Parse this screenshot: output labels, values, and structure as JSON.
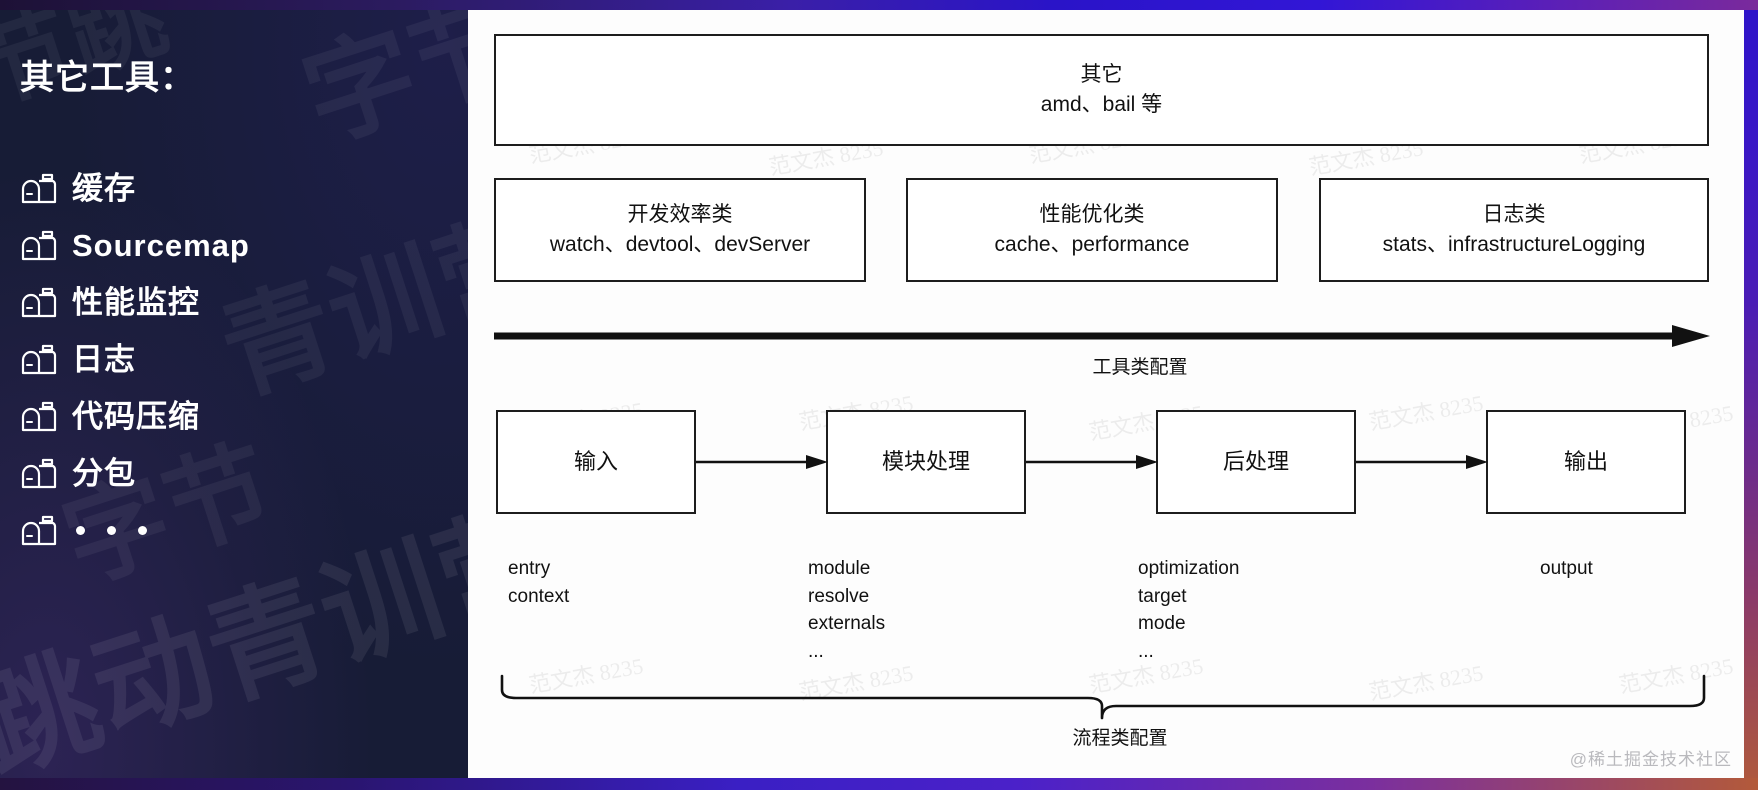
{
  "sidebar": {
    "title": "其它工具：",
    "items": [
      {
        "icon": "mailbox-icon",
        "label": "缓存"
      },
      {
        "icon": "mailbox-icon",
        "label": "Sourcemap"
      },
      {
        "icon": "mailbox-icon",
        "label": "性能监控"
      },
      {
        "icon": "mailbox-icon",
        "label": "日志"
      },
      {
        "icon": "mailbox-icon",
        "label": "代码压缩"
      },
      {
        "icon": "mailbox-icon",
        "label": "分包"
      },
      {
        "icon": "mailbox-icon",
        "label": "。。。"
      }
    ],
    "watermarks": [
      "节跳",
      "字节",
      "青训营",
      "跳动青训营",
      "字节"
    ],
    "background_color": "#171c36"
  },
  "slide": {
    "background_color": "#fdfdfd",
    "credit": "@稀土掘金技术社区",
    "watermark_text": "范文杰 8235",
    "other_box": {
      "title": "其它",
      "items": "amd、bail 等"
    },
    "category_boxes": [
      {
        "title": "开发效率类",
        "items": "watch、devtool、devServer"
      },
      {
        "title": "性能优化类",
        "items": "cache、performance"
      },
      {
        "title": "日志类",
        "items": "stats、infrastructureLogging"
      }
    ],
    "axis_label": "工具类配置",
    "flow_boxes": [
      {
        "label": "输入"
      },
      {
        "label": "模块处理"
      },
      {
        "label": "后处理"
      },
      {
        "label": "输出"
      }
    ],
    "flow_options": [
      "entry\ncontext",
      "module\nresolve\nexternals\n...",
      "optimization\ntarget\nmode\n...",
      "output"
    ],
    "brace_label": "流程类配置"
  }
}
